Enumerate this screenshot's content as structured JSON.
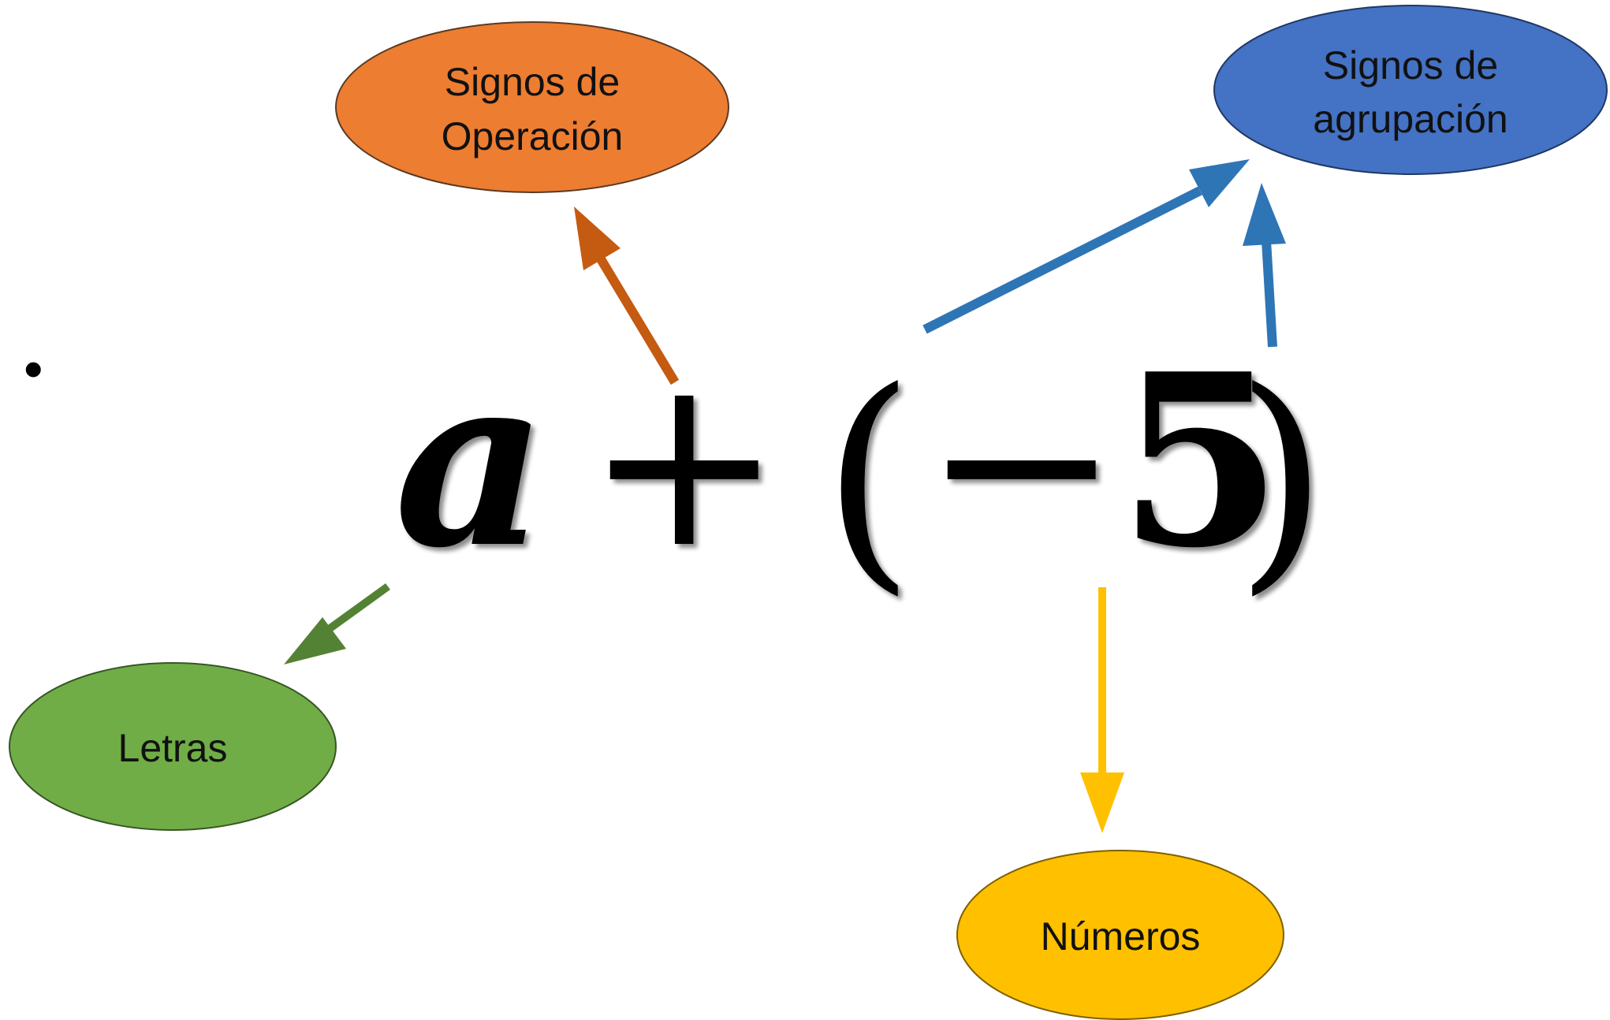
{
  "bullet": "•",
  "expression": {
    "variable": "a",
    "plus": "+",
    "open_paren": "(",
    "minus": "−",
    "number": "5",
    "close_paren": ")"
  },
  "nodes": {
    "signos_operacion": {
      "line1": "Signos de",
      "line2": "Operación",
      "fill": "#ED7D31",
      "stroke": "#5A3A22"
    },
    "signos_agrupacion": {
      "line1": "Signos de",
      "line2": "agrupación",
      "fill": "#4472C4",
      "stroke": "#1F3864"
    },
    "letras": {
      "label": "Letras",
      "fill": "#70AD47",
      "stroke": "#375623"
    },
    "numeros": {
      "label": "Números",
      "fill": "#FFC000",
      "stroke": "#7F6000"
    }
  },
  "arrow_colors": {
    "operacion": "#C55A11",
    "agrupacion": "#2E75B6",
    "letras": "#548235",
    "numeros": "#FFC000"
  }
}
